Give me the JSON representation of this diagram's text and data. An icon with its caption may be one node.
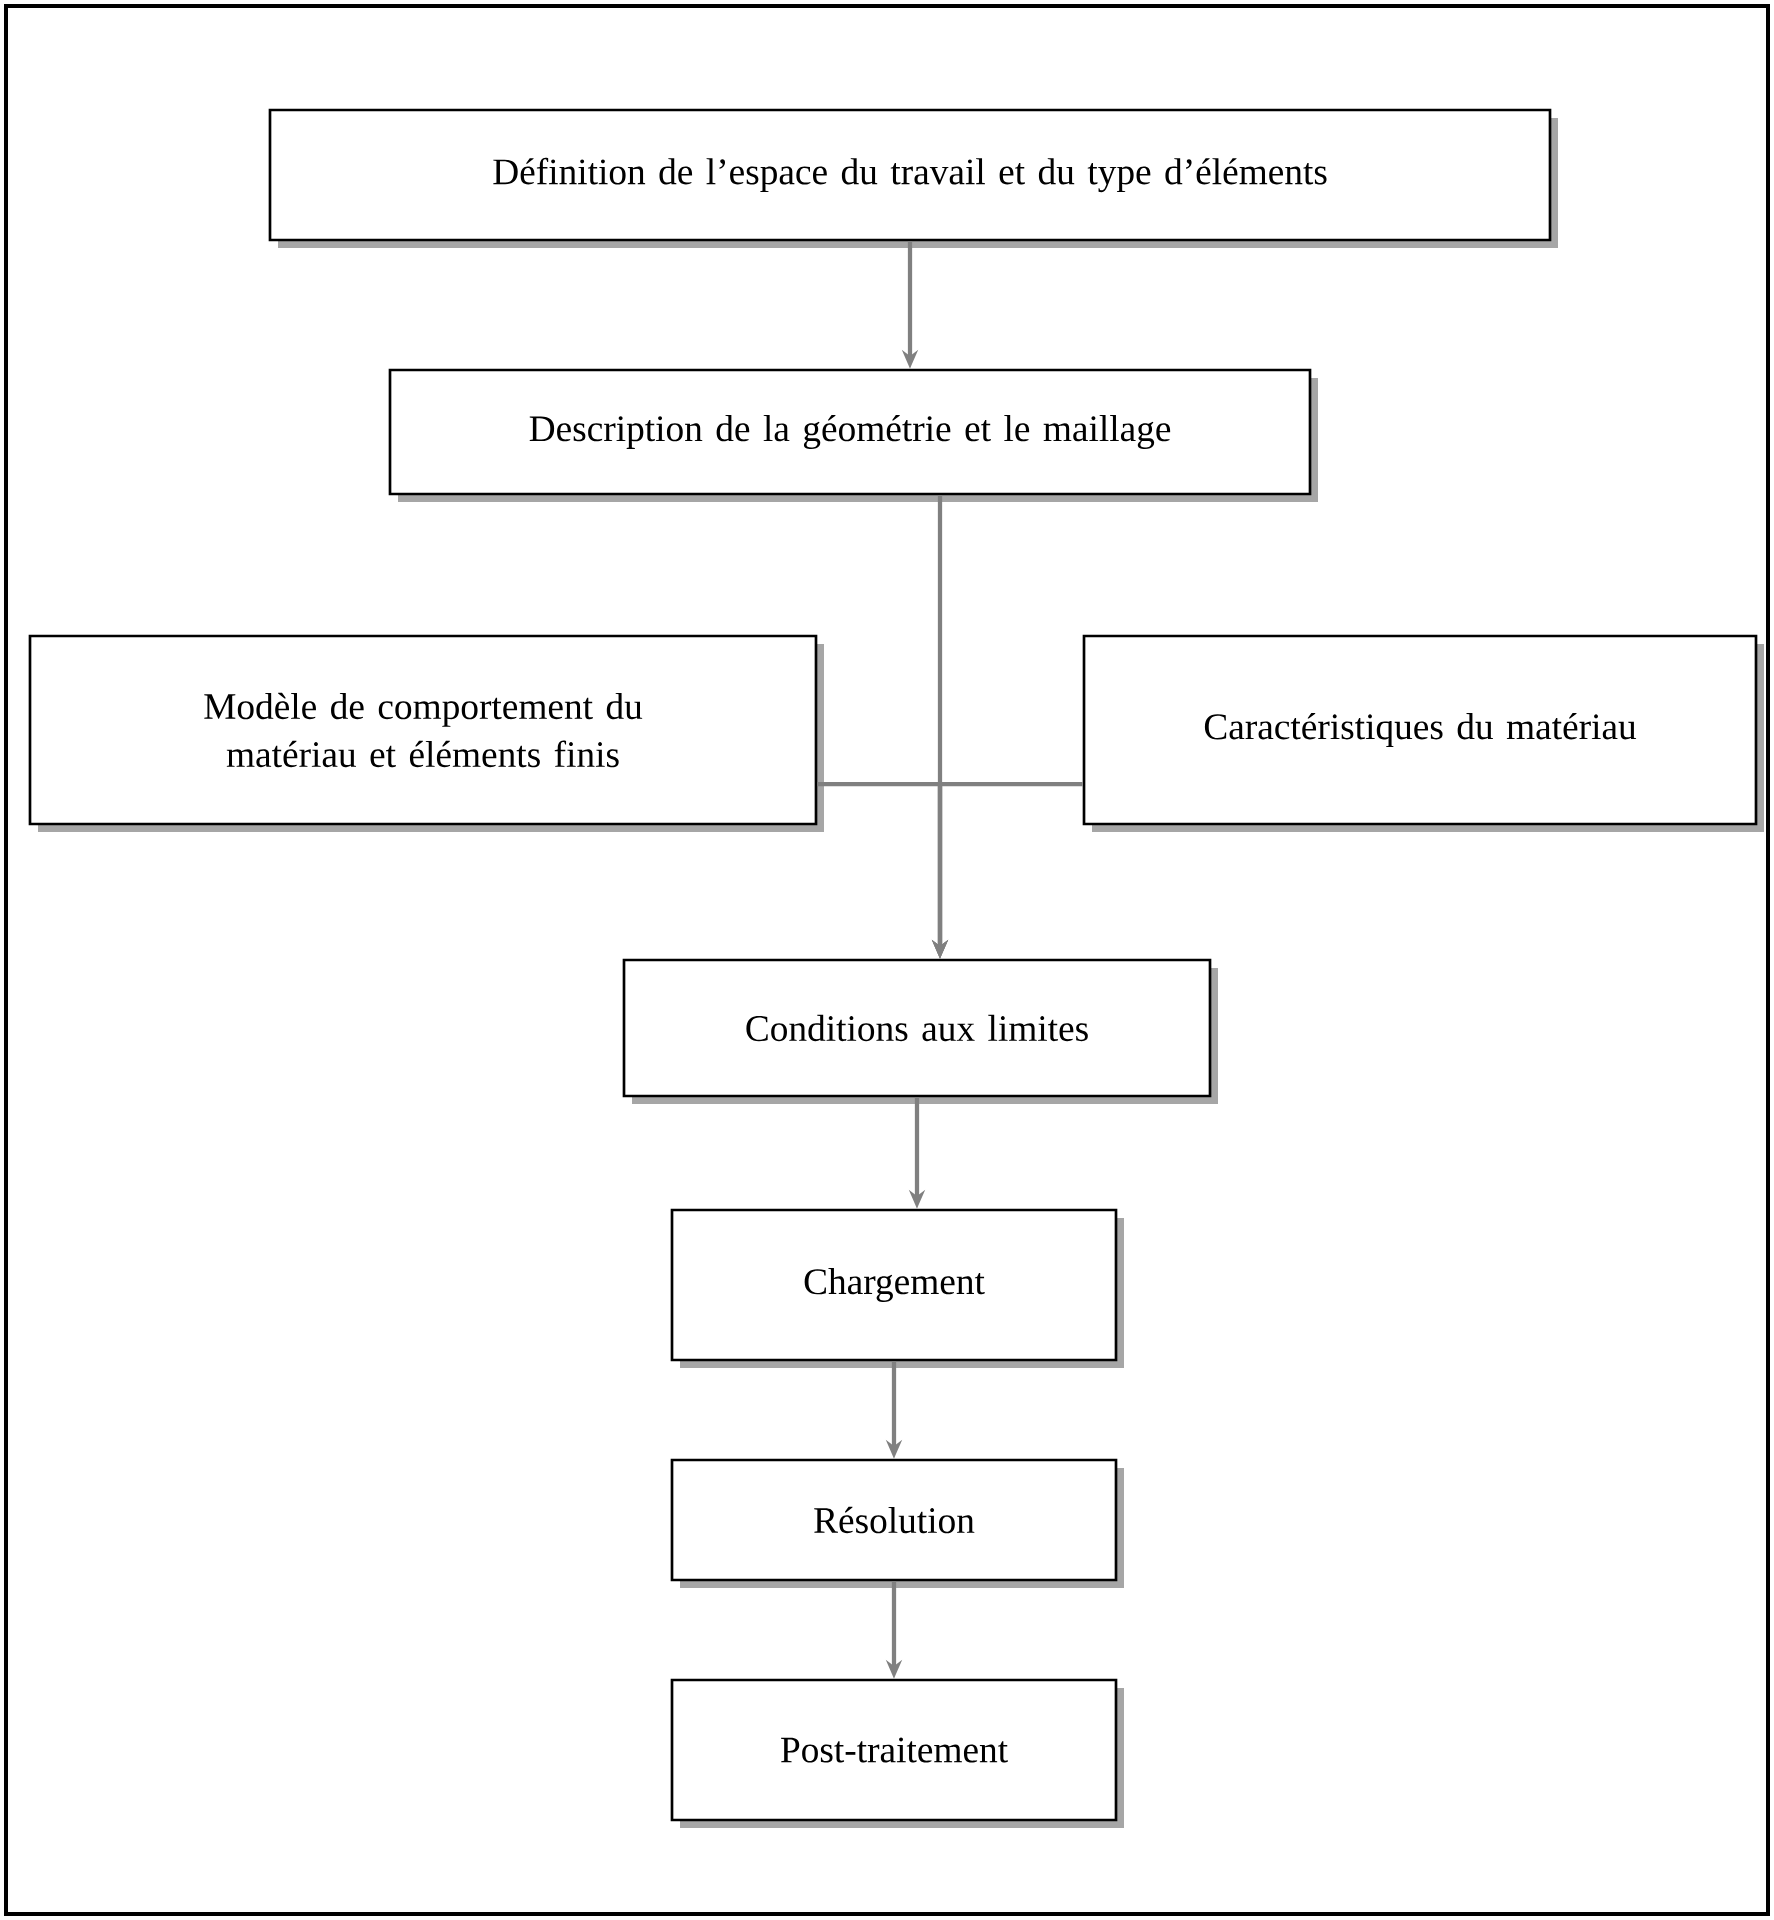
{
  "diagram": {
    "nodes": [
      {
        "text": [
          "Définition de l’espace du travail et du type d’éléments"
        ]
      },
      {
        "text": [
          "Description de la géométrie et le maillage"
        ]
      },
      {
        "text": [
          "Modèle de comportement du matériau et éléments finis"
        ]
      },
      {
        "text": [
          "Caractéristiques du matériau"
        ]
      },
      {
        "text": [
          "Conditions aux limites"
        ]
      },
      {
        "text": [
          "Chargement"
        ]
      },
      {
        "text": [
          "Résolution"
        ]
      },
      {
        "text": [
          "Post-traitement"
        ]
      }
    ],
    "edges": [
      {
        "from": 0,
        "to": 1,
        "arrow": "to"
      },
      {
        "from": 1,
        "to": 4,
        "arrow": "to"
      },
      {
        "from": 2,
        "to": 4,
        "arrow": "to"
      },
      {
        "from": 3,
        "to": 4,
        "arrow": "to"
      },
      {
        "from": 4,
        "to": 5,
        "arrow": "to"
      },
      {
        "from": 5,
        "to": 6,
        "arrow": "to"
      },
      {
        "from": 6,
        "to": 7,
        "arrow": "to"
      }
    ]
  }
}
